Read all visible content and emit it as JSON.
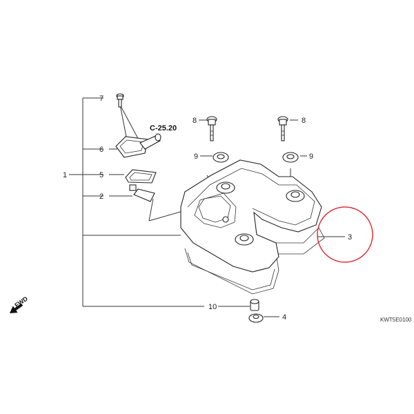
{
  "diagram": {
    "reference_label": "C-25.20",
    "image_code": "KWT5E0100",
    "forward_label": "FWD",
    "highlight_color": "#e0303a",
    "line_color": "#333333",
    "callouts": {
      "c7": "7",
      "c6": "6",
      "c1": "1",
      "c5": "5",
      "c2": "2",
      "c8l": "8",
      "c9l": "9",
      "c8r": "8",
      "c9r": "9",
      "c3": "3",
      "c10": "10",
      "c4": "4"
    }
  }
}
